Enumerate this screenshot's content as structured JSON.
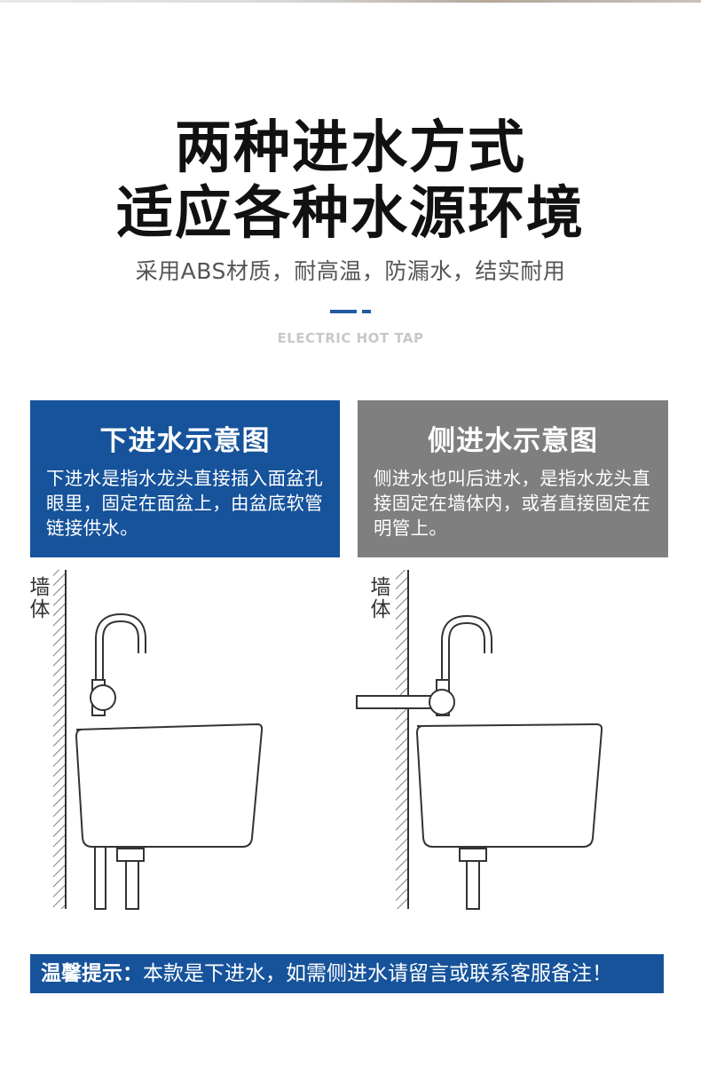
{
  "header": {
    "title_line1": "两种进水方式",
    "title_line2": "适应各种水源环境",
    "subtitle": "采用ABS材质，耐高温，防漏水，结实耐用",
    "english_caption": "ELECTRIC HOT TAP",
    "accent_color": "#1f5aa0"
  },
  "cards": {
    "bottom_inlet": {
      "title": "下进水示意图",
      "description": "下进水是指水龙头直接插入面盆孔眼里，固定在面盆上，由盆底软管链接供水。",
      "color": "#16539b"
    },
    "side_inlet": {
      "title": "侧进水示意图",
      "description": "侧进水也叫后进水，是指水龙头直接固定在墙体内，或者直接固定在明管上。",
      "color": "#7f7f7f"
    }
  },
  "diagrams": {
    "wall_label_left": "墙体",
    "wall_label_right": "墙体"
  },
  "notice": {
    "label": "温馨提示：",
    "text": "本款是下进水，如需侧进水请留言或联系客服备注！",
    "color": "#16539b"
  }
}
